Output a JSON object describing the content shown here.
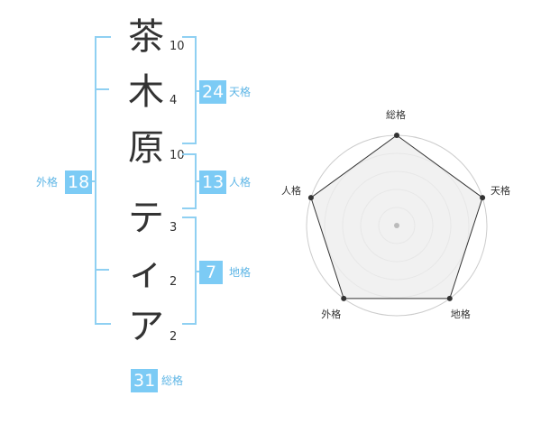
{
  "name_chars": [
    {
      "char": "茶",
      "strokes": "10"
    },
    {
      "char": "木",
      "strokes": "4"
    },
    {
      "char": "原",
      "strokes": "10"
    },
    {
      "char": "テ",
      "strokes": "3"
    },
    {
      "char": "ィ",
      "strokes": "2"
    },
    {
      "char": "ア",
      "strokes": "2"
    }
  ],
  "fortune": {
    "tenkaku": {
      "value": "24",
      "label": "天格"
    },
    "jinkaku": {
      "value": "13",
      "label": "人格"
    },
    "chikaku": {
      "value": "7",
      "label": "地格"
    },
    "gaikaku": {
      "value": "18",
      "label": "外格"
    },
    "soukaku": {
      "value": "31",
      "label": "総格"
    }
  },
  "chart_data": {
    "type": "radar",
    "axes": [
      "総格",
      "天格",
      "地格",
      "外格",
      "人格"
    ],
    "values": [
      5,
      5,
      5,
      5,
      5
    ],
    "max": 5,
    "rings": 5,
    "colors": {
      "fill": "#eeeeee",
      "line": "#333333",
      "ring": "#cccccc",
      "point": "#333333",
      "center": "#bbbbbb"
    }
  }
}
